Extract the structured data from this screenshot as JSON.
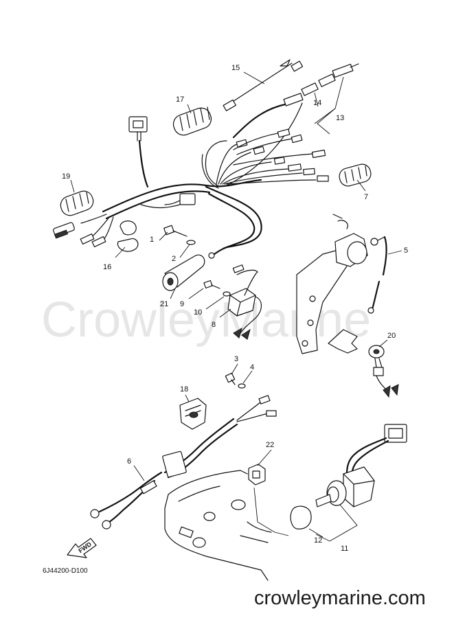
{
  "watermark": "CrowleyMarine",
  "site_url": "crowleymarine.com",
  "diagram_code": "6J44200-D100",
  "fwd_label": "FWD",
  "parts": [
    {
      "id": "1",
      "label": "1"
    },
    {
      "id": "2",
      "label": "2"
    },
    {
      "id": "3",
      "label": "3"
    },
    {
      "id": "4",
      "label": "4"
    },
    {
      "id": "5",
      "label": "5"
    },
    {
      "id": "6",
      "label": "6"
    },
    {
      "id": "7",
      "label": "7"
    },
    {
      "id": "8",
      "label": "8"
    },
    {
      "id": "9",
      "label": "9"
    },
    {
      "id": "10",
      "label": "10"
    },
    {
      "id": "11",
      "label": "11"
    },
    {
      "id": "12",
      "label": "12"
    },
    {
      "id": "13",
      "label": "13"
    },
    {
      "id": "14",
      "label": "14"
    },
    {
      "id": "15",
      "label": "15"
    },
    {
      "id": "16",
      "label": "16"
    },
    {
      "id": "17",
      "label": "17"
    },
    {
      "id": "18",
      "label": "18"
    },
    {
      "id": "19",
      "label": "19"
    },
    {
      "id": "20",
      "label": "20"
    },
    {
      "id": "21",
      "label": "21"
    },
    {
      "id": "22",
      "label": "22"
    }
  ]
}
